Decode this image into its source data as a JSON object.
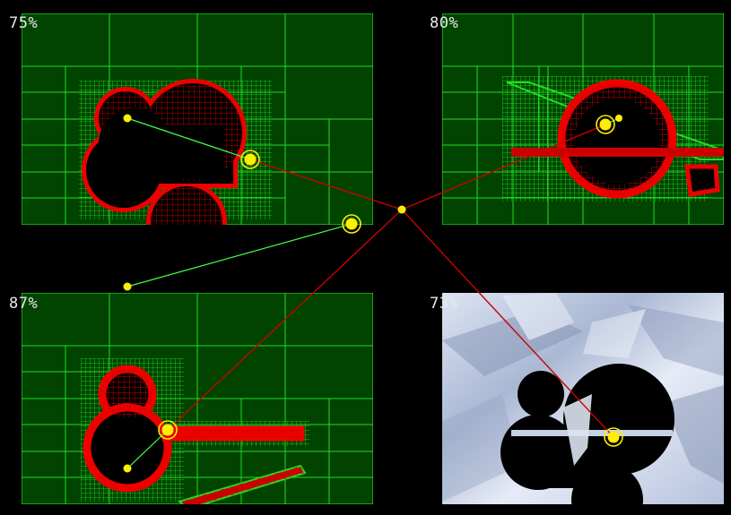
{
  "panels": [
    {
      "id": "top-left",
      "percentage": "75%"
    },
    {
      "id": "top-right",
      "percentage": "80%"
    },
    {
      "id": "bottom-left",
      "percentage": "87%"
    },
    {
      "id": "bottom-right",
      "percentage": "73%"
    }
  ],
  "colors": {
    "background": "#000000",
    "panel_fill": "#004400",
    "grid_line": "#22dd22",
    "obstacle_fill": "#000000",
    "obstacle_outline": "#dd0000",
    "ray": "#cc0000",
    "path": "#44ff44",
    "marker": "#ffee00"
  }
}
